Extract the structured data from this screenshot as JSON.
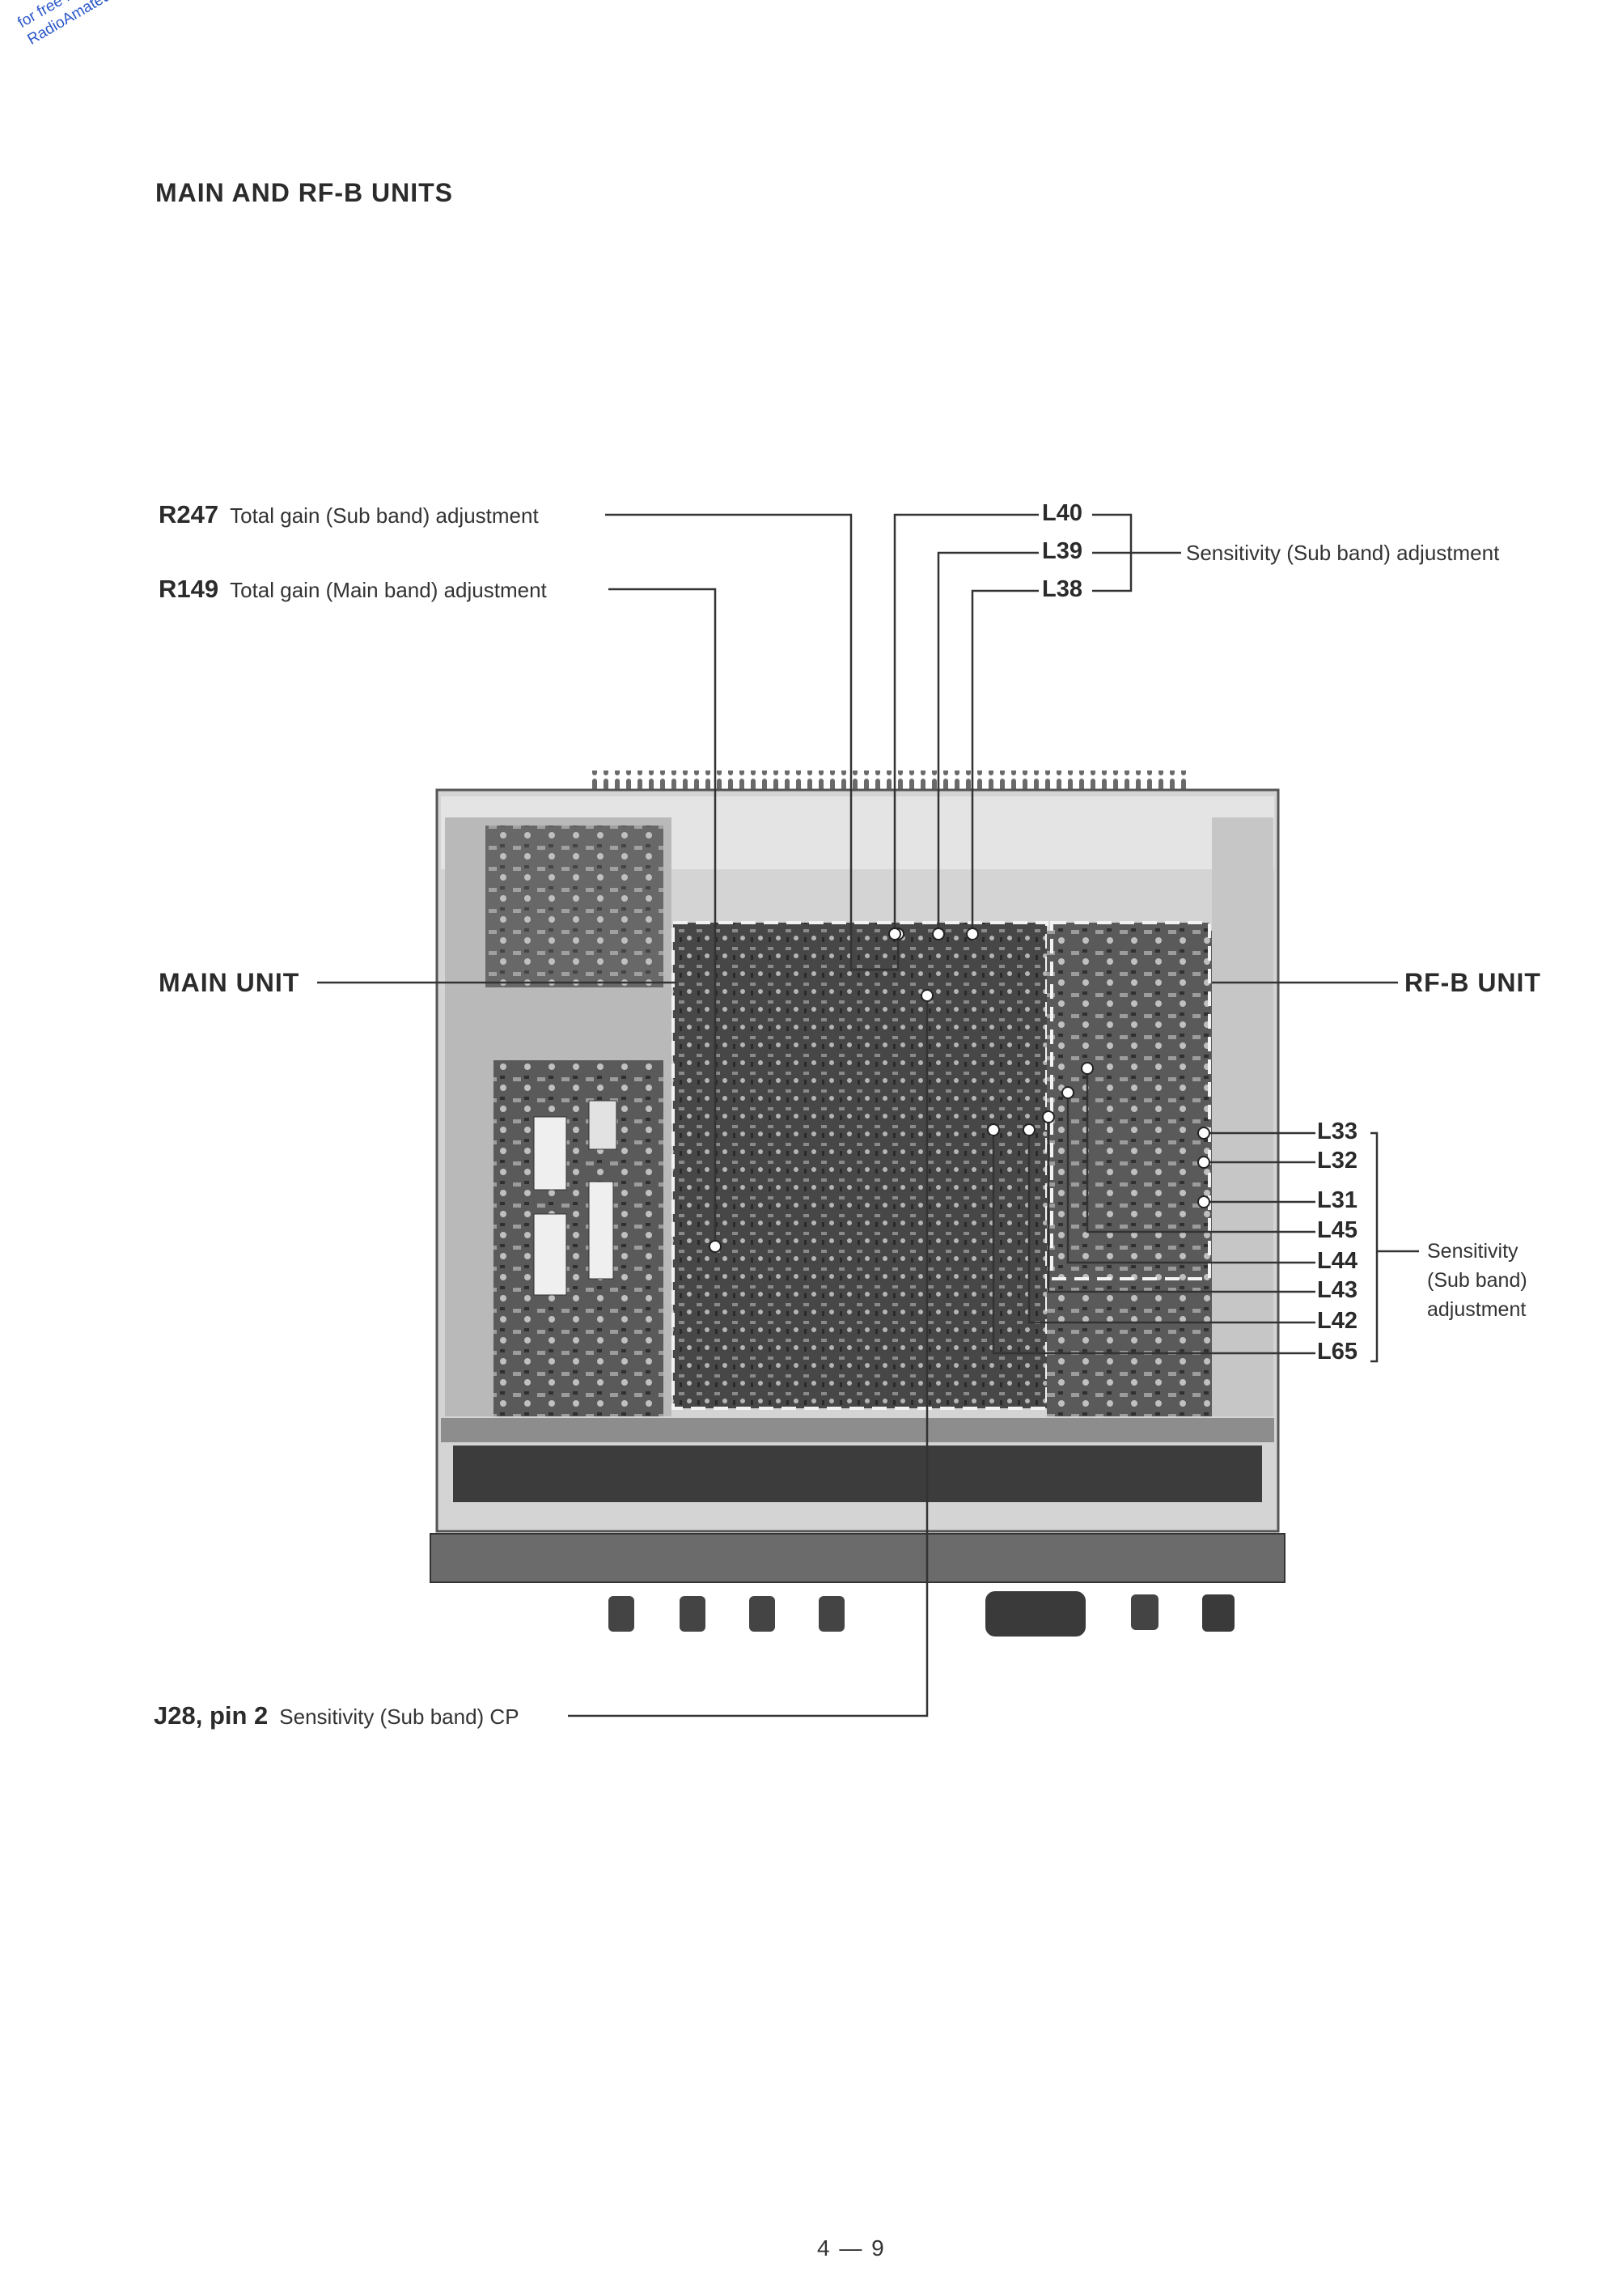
{
  "watermark": {
    "line1": "for free by",
    "line2": "RadioAmateur.eu"
  },
  "title": "MAIN AND RF-B UNITS",
  "callouts": {
    "r247": {
      "ref": "R247",
      "desc": "Total gain (Sub band) adjustment"
    },
    "r149": {
      "ref": "R149",
      "desc": "Total gain (Main band) adjustment"
    },
    "j28": {
      "ref": "J28, pin 2",
      "desc": "Sensitivity (Sub band) CP"
    },
    "main_unit": "MAIN UNIT",
    "rfb_unit": "RF-B UNIT"
  },
  "top_coils": {
    "items": [
      "L40",
      "L39",
      "L38"
    ],
    "note": "Sensitivity (Sub band) adjustment"
  },
  "right_coils": {
    "items": [
      "L33",
      "L32",
      "L31",
      "L45",
      "L44",
      "L43",
      "L42",
      "L65"
    ],
    "note_lines": [
      "Sensitivity",
      "(Sub band)",
      "adjustment"
    ]
  },
  "page_number": "4 — 9",
  "colors": {
    "ink": "#2b2b2b",
    "watermark": "#2a57c9",
    "photo_dark": "#3a3a3a",
    "photo_light": "#cfcfcf"
  }
}
